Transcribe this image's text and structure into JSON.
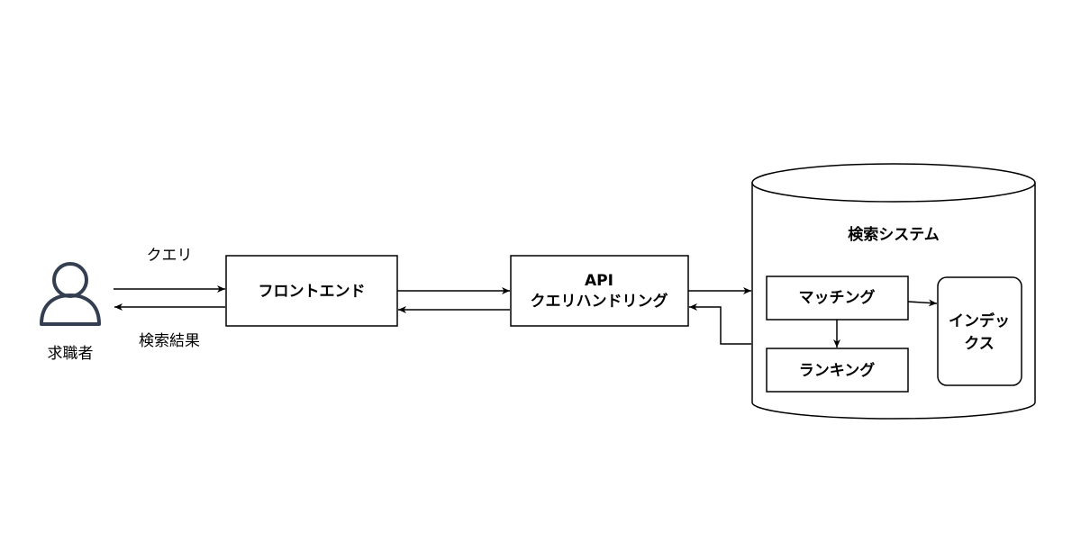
{
  "actor": {
    "name": "求職者",
    "icon": "user-icon",
    "color": "#333f50"
  },
  "edges": {
    "query_label": "クエリ",
    "results_label": "検索結果"
  },
  "nodes": {
    "frontend": "フロントエンド",
    "api_line1": "API",
    "api_line2": "クエリハンドリング",
    "search_system": "検索システム",
    "matching": "マッチング",
    "ranking": "ランキング",
    "index_line1": "インデッ",
    "index_line2": "クス"
  }
}
